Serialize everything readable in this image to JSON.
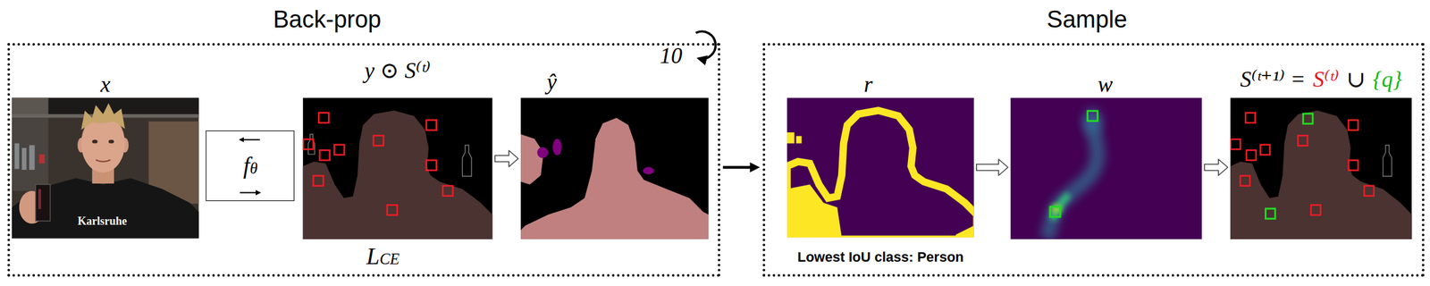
{
  "diagram": {
    "nodes": [
      {
        "text": [
          "Back-prop"
        ]
      },
      {
        "text": [
          "x"
        ],
        "in": 0
      },
      {
        "text": [
          "fθ"
        ],
        "in": 0
      },
      {
        "text": [
          "y ⊙ S⁽ᵗ⁾",
          "LCE"
        ],
        "in": 0
      },
      {
        "text": [
          "ŷ"
        ],
        "in": 0
      },
      {
        "text": [
          "Sample"
        ]
      },
      {
        "text": [
          "r",
          "Lowest IoU class: Person"
        ],
        "in": 5
      },
      {
        "text": [
          "w"
        ],
        "in": 5
      },
      {
        "text": [
          "S⁽ᵗ⁺¹⁾ =",
          "S⁽ᵗ⁾",
          "∪",
          "{q}"
        ],
        "in": 5
      }
    ],
    "edges": [
      {
        "from": 3,
        "to": 4,
        "arrow": "to"
      },
      {
        "from": 0,
        "to": 5,
        "arrow": "to"
      },
      {
        "from": 6,
        "to": 7,
        "arrow": "to"
      },
      {
        "from": 7,
        "to": 8,
        "arrow": "to"
      }
    ],
    "labels": [
      "10",
      "Karlsruhe"
    ]
  }
}
